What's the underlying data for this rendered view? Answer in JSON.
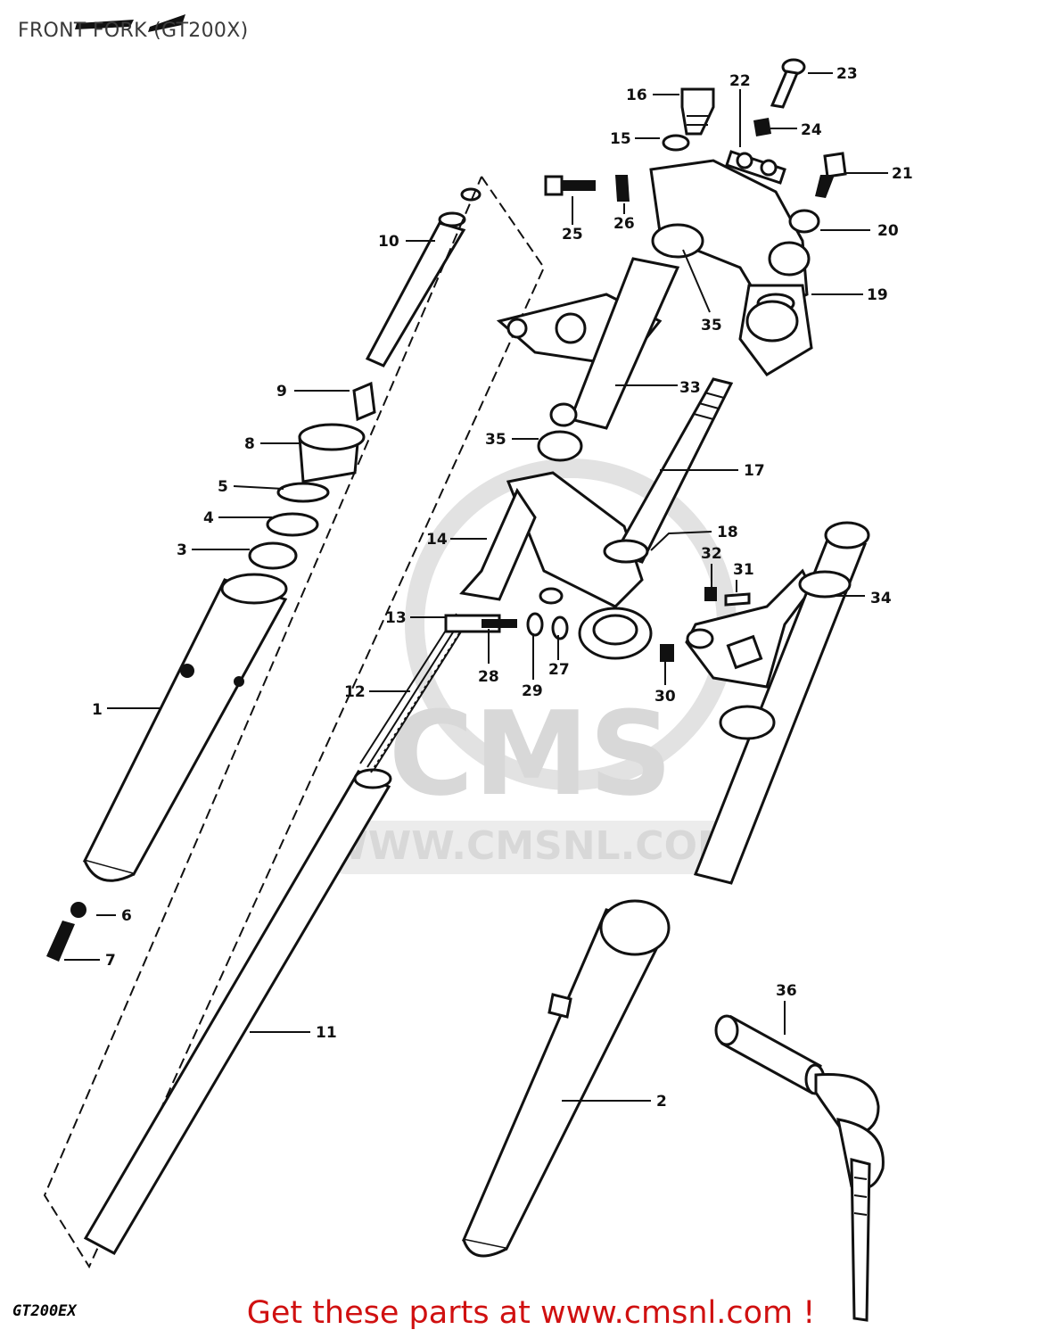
{
  "title": "FRONT FORK (GT200X)",
  "footer": "Get these parts at www.cmsnl.com !",
  "model_code": "GT200EX",
  "watermark": {
    "brand": "CMS",
    "url": "WWW.CMSNL.COM"
  },
  "colors": {
    "footer": "#d01010",
    "title": "#3a3a3a",
    "lines": "#111111",
    "watermark": "#d8d8d8"
  },
  "callouts": [
    "1",
    "2",
    "3",
    "4",
    "5",
    "6",
    "7",
    "8",
    "9",
    "10",
    "11",
    "12",
    "13",
    "14",
    "15",
    "16",
    "17",
    "18",
    "19",
    "20",
    "21",
    "22",
    "23",
    "24",
    "25",
    "26",
    "27",
    "28",
    "29",
    "30",
    "31",
    "32",
    "33",
    "34",
    "35",
    "35",
    "36"
  ]
}
